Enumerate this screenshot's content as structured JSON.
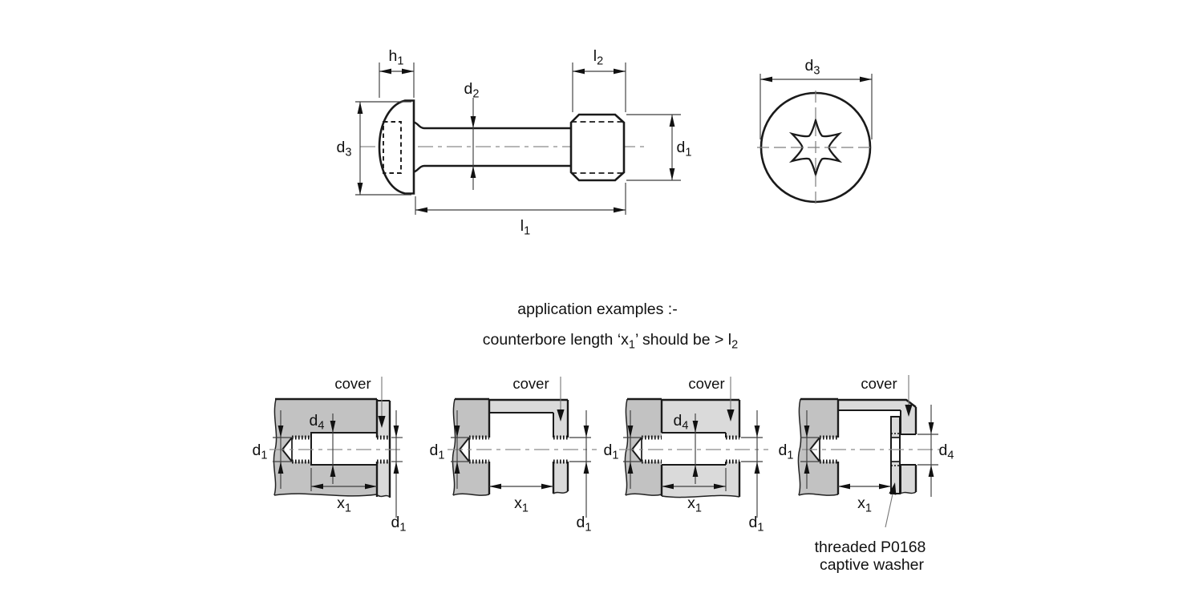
{
  "colors": {
    "outline": "#1a1a1a",
    "dimension_line": "#3f3f3f",
    "centerline": "#8a8a8a",
    "base_block_fill": "#c2c2c2",
    "cover_fill": "#dadada",
    "background": "#ffffff"
  },
  "side_view": {
    "labels": {
      "h1": {
        "b": "h",
        "s": "1"
      },
      "l2": {
        "b": "l",
        "s": "2"
      },
      "d2": {
        "b": "d",
        "s": "2"
      },
      "d3": {
        "b": "d",
        "s": "3"
      },
      "d1": {
        "b": "d",
        "s": "1"
      },
      "l1": {
        "b": "l",
        "s": "1"
      }
    }
  },
  "end_view": {
    "d3": {
      "b": "d",
      "s": "3"
    }
  },
  "notes": {
    "heading": "application examples :-",
    "rule": {
      "p1": "counterbore length ‘x",
      "s1": "1",
      "p2": "’ should be  > l",
      "s2": "2"
    }
  },
  "examples": [
    {
      "cover": "cover",
      "d1_left": {
        "b": "d",
        "s": "1"
      },
      "d4": {
        "b": "d",
        "s": "4"
      },
      "x1": {
        "b": "x",
        "s": "1"
      },
      "d1_right": {
        "b": "d",
        "s": "1"
      }
    },
    {
      "cover": "cover",
      "d1_left": {
        "b": "d",
        "s": "1"
      },
      "x1": {
        "b": "x",
        "s": "1"
      },
      "d1_right": {
        "b": "d",
        "s": "1"
      }
    },
    {
      "cover": "cover",
      "d1_left": {
        "b": "d",
        "s": "1"
      },
      "d4": {
        "b": "d",
        "s": "4"
      },
      "x1": {
        "b": "x",
        "s": "1"
      },
      "d1_right": {
        "b": "d",
        "s": "1"
      }
    },
    {
      "cover": "cover",
      "d1_left": {
        "b": "d",
        "s": "1"
      },
      "x1": {
        "b": "x",
        "s": "1"
      },
      "d4_right": {
        "b": "d",
        "s": "4"
      },
      "note1": "threaded P0168",
      "note2": "captive washer"
    }
  ]
}
